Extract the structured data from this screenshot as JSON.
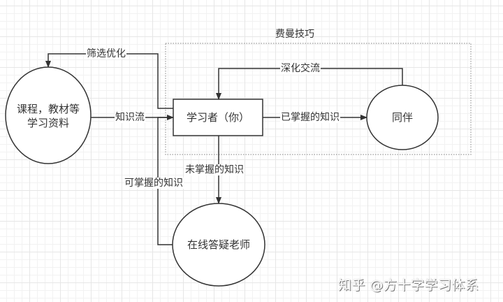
{
  "diagram": {
    "group": {
      "title": "费曼技巧"
    },
    "nodes": {
      "materials": {
        "lines": [
          "课程，教材等",
          "学习资料"
        ],
        "shape": "ellipse"
      },
      "learner": {
        "label": "学习者（你）",
        "shape": "rectangle"
      },
      "peer": {
        "label": "同伴",
        "shape": "ellipse"
      },
      "teacher": {
        "label": "在线答疑老师",
        "shape": "ellipse"
      }
    },
    "edges": {
      "filter_optimize": {
        "label": "筛选优化",
        "from": "learner",
        "to": "materials"
      },
      "knowledge_flow": {
        "label": "知识流",
        "from": "materials",
        "to": "learner"
      },
      "deep_exchange": {
        "label": "深化交流",
        "from": "peer",
        "to": "learner"
      },
      "mastered_knowledge": {
        "label": "已掌握的知识",
        "from": "learner",
        "to": "peer"
      },
      "unmastered_knowledge": {
        "label": "未掌握的知识",
        "from": "learner",
        "to": "teacher"
      },
      "masterable_knowledge": {
        "label": "可掌握的知识",
        "from": "teacher",
        "to": "learner"
      }
    },
    "colors": {
      "stroke": "#333333",
      "text": "#333333",
      "group_border": "#999999"
    }
  },
  "watermark": {
    "text": "知乎 @方十字学习体系"
  }
}
